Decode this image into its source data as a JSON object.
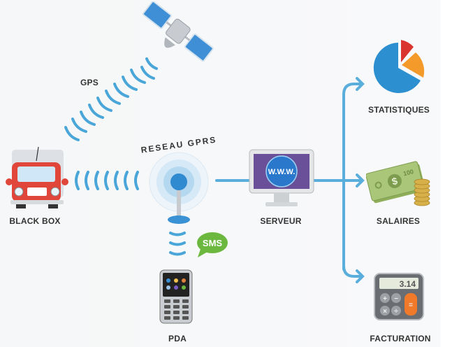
{
  "diagram": {
    "nodes": {
      "satellite": {
        "label": "GPS",
        "icon": "satellite-icon"
      },
      "black_box": {
        "label": "BLACK BOX",
        "icon": "truck-icon"
      },
      "gprs": {
        "label": "RESEAU GPRS",
        "icon": "antenna-icon"
      },
      "sms": {
        "label": "SMS",
        "icon": "speech-bubble-icon"
      },
      "pda": {
        "label": "PDA",
        "icon": "smartphone-icon"
      },
      "server": {
        "label": "SERVEUR",
        "screen_text": "W.W.W.",
        "icon": "monitor-icon"
      },
      "stats": {
        "label": "STATISTIQUES",
        "icon": "pie-chart-icon"
      },
      "salaries": {
        "label": "SALAIRES",
        "banknote_value": "100",
        "icon": "money-icon"
      },
      "billing": {
        "label": "FACTURATION",
        "display_value": "3.14",
        "icon": "calculator-icon"
      }
    },
    "edges": [
      {
        "from": "satellite",
        "to": "black_box",
        "style": "signal-waves"
      },
      {
        "from": "black_box",
        "to": "gprs",
        "style": "signal-waves"
      },
      {
        "from": "gprs",
        "to": "pda",
        "style": "signal-waves"
      },
      {
        "from": "gprs",
        "to": "server",
        "style": "line"
      },
      {
        "from": "server",
        "to": "stats",
        "style": "arrow"
      },
      {
        "from": "server",
        "to": "salaries",
        "style": "arrow"
      },
      {
        "from": "server",
        "to": "billing",
        "style": "arrow"
      }
    ],
    "colors": {
      "connector": "#5aaedc",
      "truck": "#e0463a",
      "sms": "#6cb83e",
      "pie_blue": "#2b8fd0",
      "pie_orange": "#f39a2a",
      "pie_red": "#d9352e",
      "money": "#9ebd6a"
    }
  }
}
